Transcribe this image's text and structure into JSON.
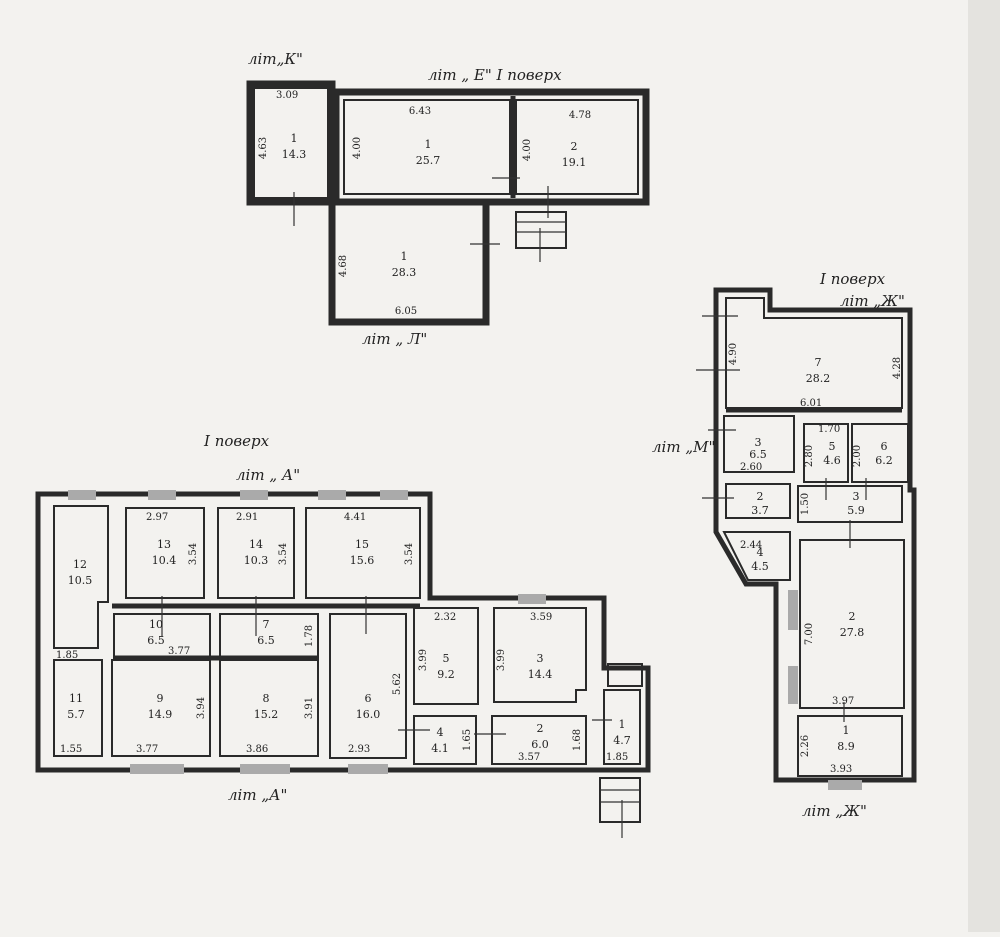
{
  "labels": {
    "lit_k": "літ„К\"",
    "lit_e_floor": "літ „ Е\"  І поверх",
    "lit_l_top": "літ „ Л\"",
    "floor_1_left": "І поверх",
    "lit_a_top": "літ „ А\"",
    "lit_a_bottom": "літ „А\"",
    "floor_1_right": "І поверх",
    "lit_zh_top": "літ „Ж\"",
    "lit_m": "літ „М\"",
    "lit_zh_bottom": "літ „Ж\""
  },
  "rooms": {
    "k1": {
      "num": "1",
      "area": "14.3"
    },
    "e1": {
      "num": "1",
      "area": "25.7"
    },
    "e2": {
      "num": "2",
      "area": "19.1"
    },
    "l1": {
      "num": "1",
      "area": "28.3"
    },
    "a12": {
      "num": "12",
      "area": "10.5"
    },
    "a13": {
      "num": "13",
      "area": "10.4"
    },
    "a14": {
      "num": "14",
      "area": "10.3"
    },
    "a15": {
      "num": "15",
      "area": "15.6"
    },
    "a10": {
      "num": "10",
      "area": "6.5"
    },
    "a7": {
      "num": "7",
      "area": "6.5"
    },
    "a11": {
      "num": "11",
      "area": "5.7"
    },
    "a9": {
      "num": "9",
      "area": "14.9"
    },
    "a8": {
      "num": "8",
      "area": "15.2"
    },
    "a6": {
      "num": "6",
      "area": "16.0"
    },
    "a5": {
      "num": "5",
      "area": "9.2"
    },
    "a3": {
      "num": "3",
      "area": "14.4"
    },
    "a4": {
      "num": "4",
      "area": "4.1"
    },
    "a2": {
      "num": "2",
      "area": "6.0"
    },
    "a1": {
      "num": "1",
      "area": "4.7"
    },
    "zh7": {
      "num": "7",
      "area": "28.2"
    },
    "zh3a": {
      "num": "3",
      "area": "6.5"
    },
    "zh5": {
      "num": "5",
      "area": "4.6"
    },
    "zh6": {
      "num": "6",
      "area": "6.2"
    },
    "zh2a": {
      "num": "2",
      "area": "3.7"
    },
    "zh3b": {
      "num": "3",
      "area": "5.9"
    },
    "zh4": {
      "num": "4",
      "area": "4.5"
    },
    "zh2b": {
      "num": "2",
      "area": "27.8"
    },
    "zh1": {
      "num": "1",
      "area": "8.9"
    }
  },
  "dims": {
    "k_w": "3.09",
    "k_h": "4.63",
    "e1_w": "6.43",
    "e1_h": "4.00",
    "e2_w": "4.78",
    "e2_h": "4.00",
    "l_w": "6.05",
    "l_h": "4.68",
    "a13_w": "2.97",
    "a13_h": "3.54",
    "a14_w": "2.91",
    "a14_h": "3.54",
    "a15_w": "4.41",
    "a15_h": "3.54",
    "a12_b": "1.85",
    "a10_w": "3.77",
    "a7_h": "1.78",
    "a9_h": "3.94",
    "a8_h": "3.91",
    "a6_h": "5.62",
    "a11_b": "1.55",
    "a9_b": "3.77",
    "a8_b": "3.86",
    "a6_b": "2.93",
    "a5_w": "2.32",
    "a5_h": "3.99",
    "a3_w": "3.59",
    "a3_h": "3.99",
    "a4_h": "1.65",
    "a2_h": "1.68",
    "a2_b": "3.57",
    "a1_b": "1.85",
    "zh7_h": "4.90",
    "zh7_hr": "4.28",
    "zh7_b": "6.01",
    "zh3_b": "2.60",
    "zh5_w": "1.70",
    "zh5_h": "2.80",
    "zh6_h": "2.00",
    "zh2a_h": "1.50",
    "zh4_w": "2.44",
    "zh2b_h": "7.00",
    "zh2b_b": "3.97",
    "zh1_h": "2.26",
    "zh1_b": "3.93"
  }
}
